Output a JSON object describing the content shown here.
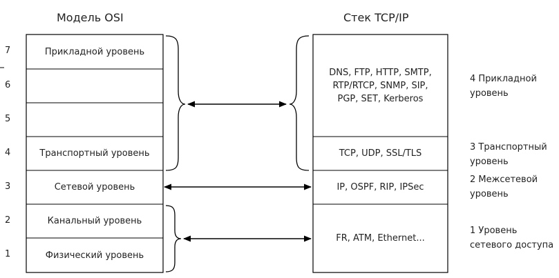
{
  "osi": {
    "heading": "Модель OSI",
    "layers": [
      {
        "number": "7",
        "label": "Прикладной уровень"
      },
      {
        "number": "6",
        "label": ""
      },
      {
        "number": "5",
        "label": ""
      },
      {
        "number": "4",
        "label": "Транспортный уровень"
      },
      {
        "number": "3",
        "label": "Сетевой уровень"
      },
      {
        "number": "2",
        "label": "Канальный уровень"
      },
      {
        "number": "1",
        "label": "Физический уровень"
      }
    ]
  },
  "tcpip": {
    "heading": "Стек TCP/IP",
    "protocols": [
      {
        "line1": "DNS, FTP, HTTP, SMTP,",
        "line2": "RTP/RTCP, SNMP, SIP,",
        "line3": "PGP, SET, Kerberos"
      },
      {
        "line1": "TCP, UDP, SSL/TLS"
      },
      {
        "line1": "IP, OSPF, RIP, IPSec"
      },
      {
        "line1": "FR, ATM, Ethernet..."
      }
    ],
    "levels": [
      {
        "line1": "4 Прикладной",
        "line2": "уровень"
      },
      {
        "line1": "3 Транспортный",
        "line2": "уровень"
      },
      {
        "line1": "2 Межсетевой",
        "line2": "уровень"
      },
      {
        "line1": "1 Уровень",
        "line2": "сетевого доступа"
      }
    ]
  }
}
